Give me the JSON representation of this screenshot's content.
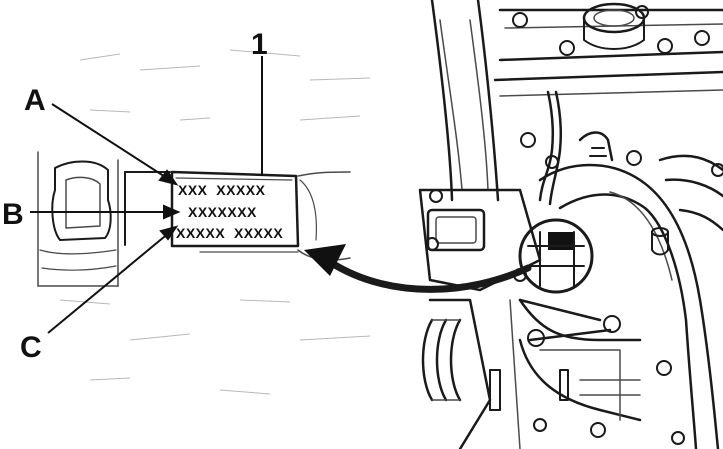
{
  "diagram": {
    "callouts": {
      "one": "1",
      "a": "A",
      "b": "B",
      "c": "C"
    },
    "plate_lines": {
      "a_line": "XXX  XXXXX",
      "b_line": "XXXXXXX",
      "c_line": "XXXXX  XXXXX"
    }
  }
}
